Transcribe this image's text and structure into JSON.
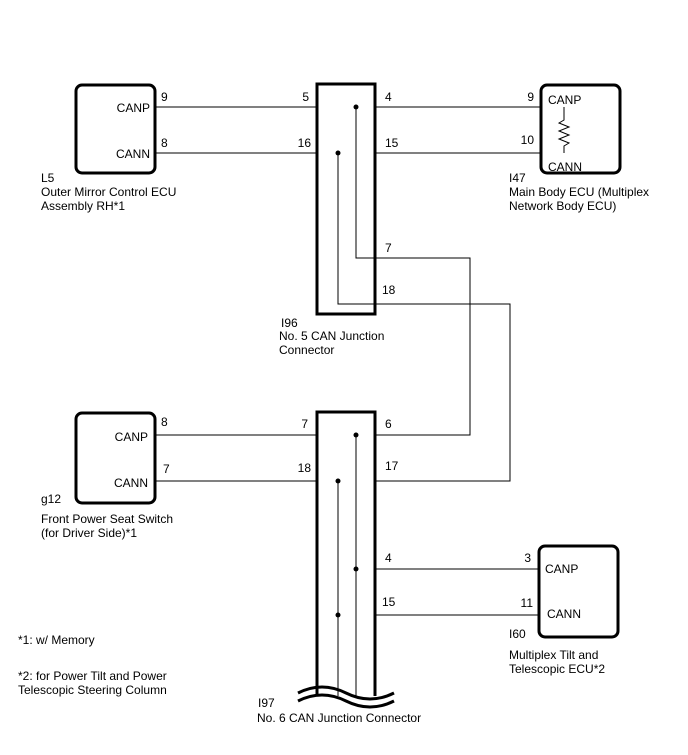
{
  "ecus": {
    "l5": {
      "canp_label": "CANP",
      "cann_label": "CANN",
      "canp_pin": "9",
      "cann_pin": "8",
      "code": "L5",
      "name_line1": "Outer Mirror Control ECU",
      "name_line2": "Assembly RH*1"
    },
    "i47": {
      "canp_label": "CANP",
      "cann_label": "CANN",
      "canp_pin": "9",
      "cann_pin": "10",
      "code": "I47",
      "name_line1": "Main Body ECU (Multiplex",
      "name_line2": "Network Body ECU)"
    },
    "g12": {
      "canp_label": "CANP",
      "cann_label": "CANN",
      "canp_pin": "8",
      "cann_pin": "7",
      "code": "g12",
      "name_line1": "Front Power Seat Switch",
      "name_line2": "(for Driver Side)*1"
    },
    "i60": {
      "canp_label": "CANP",
      "cann_label": "CANN",
      "canp_pin": "3",
      "cann_pin": "11",
      "code": "I60",
      "name_line1": "Multiplex Tilt and",
      "name_line2": "Telescopic ECU*2"
    }
  },
  "junctions": {
    "i96": {
      "code": "I96",
      "name_line1": "No. 5 CAN Junction",
      "name_line2": "Connector",
      "pins": {
        "left_canp": "5",
        "left_cann": "16",
        "right_canp": "4",
        "right_cann": "15",
        "out_canp": "7",
        "out_cann": "18"
      }
    },
    "i97": {
      "code": "I97",
      "name_line1": "No. 6 CAN Junction Connector",
      "pins": {
        "left_canp": "7",
        "left_cann": "18",
        "right_canp": "6",
        "right_cann": "17",
        "low_canp": "4",
        "low_cann": "15"
      }
    }
  },
  "footnotes": {
    "note1": "*1: w/ Memory",
    "note2_line1": "*2: for Power Tilt and Power",
    "note2_line2": "Telescopic Steering Column"
  }
}
